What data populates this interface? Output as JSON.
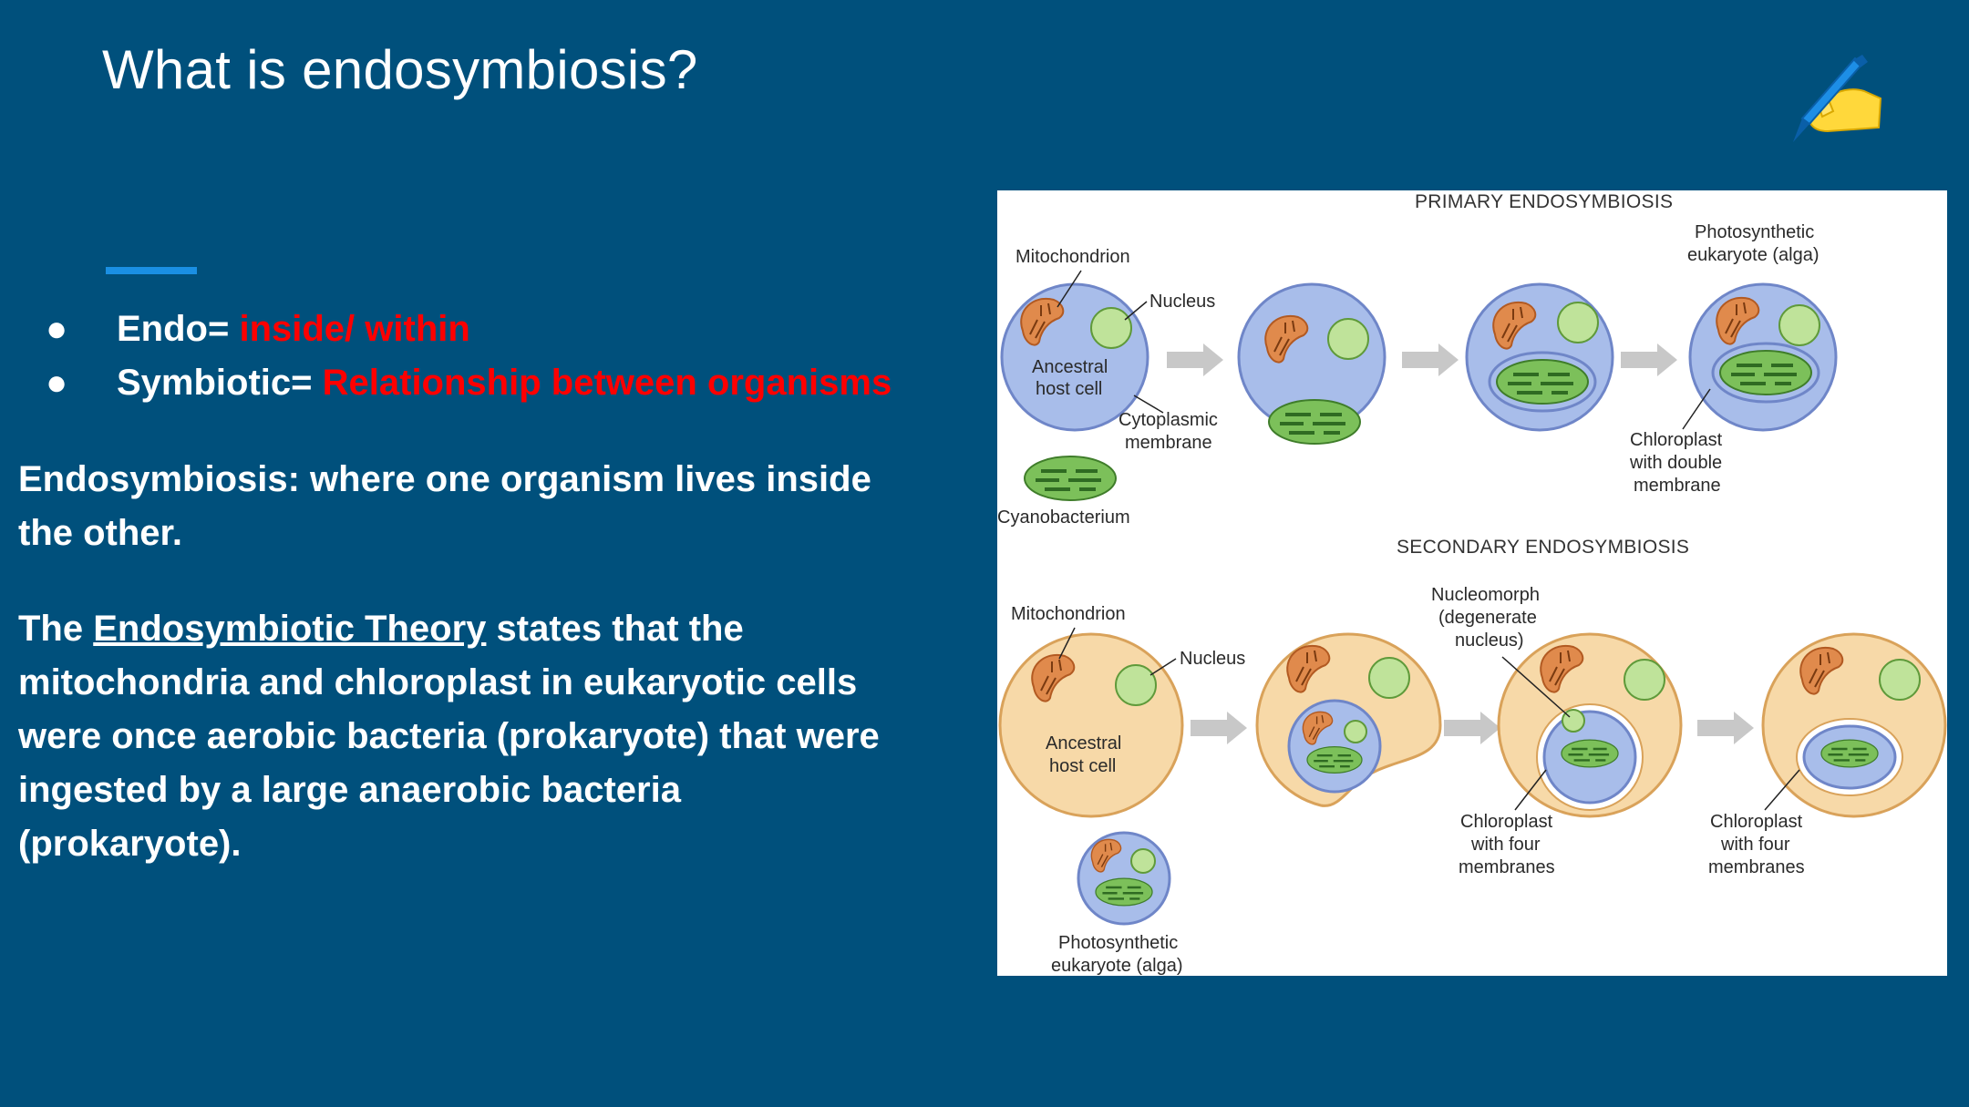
{
  "slide": {
    "title": "What is endosymbiosis?",
    "bullets": [
      {
        "marker": "●",
        "term": "Endo= ",
        "meaning": "inside/ within"
      },
      {
        "marker": "●",
        "term": "Symbiotic= ",
        "meaning": "Relationship between organisms"
      }
    ],
    "paragraph1": "Endosymbiosis: where one organism lives inside the other.",
    "paragraph2": {
      "prefix": "The ",
      "link": "Endosymbiotic Theory",
      "suffix": " states that the mitochondria and chloroplast in eukaryotic cells were once aerobic bacteria (prokaryote) that were ingested by a large anaerobic bacteria (prokaryote)."
    },
    "icon": "writing-hand-icon",
    "colors": {
      "background": "#00507c",
      "highlight": "#ff0000",
      "accent": "#1a8fe3"
    }
  },
  "diagram": {
    "primary": {
      "heading": "PRIMARY ENDOSYMBIOSIS",
      "labels": {
        "mitochondrion": "Mitochondrion",
        "nucleus": "Nucleus",
        "host_cell_1": "Ancestral",
        "host_cell_2": "host cell",
        "membrane_1": "Cytoplasmic",
        "membrane_2": "membrane",
        "cyanobacterium": "Cyanobacterium",
        "alga_1": "Photosynthetic",
        "alga_2": "eukaryote (alga)",
        "chloroplast_1": "Chloroplast",
        "chloroplast_2": "with double",
        "chloroplast_3": "membrane"
      }
    },
    "secondary": {
      "heading": "SECONDARY ENDOSYMBIOSIS",
      "labels": {
        "mitochondrion": "Mitochondrion",
        "nucleus": "Nucleus",
        "host_cell_1": "Ancestral",
        "host_cell_2": "host cell",
        "nucleomorph_1": "Nucleomorph",
        "nucleomorph_2": "(degenerate",
        "nucleomorph_3": "nucleus)",
        "alga_1": "Photosynthetic",
        "alga_2": "eukaryote (alga)",
        "chloroplast_a_1": "Chloroplast",
        "chloroplast_a_2": "with four",
        "chloroplast_a_3": "membranes",
        "chloroplast_b_1": "Chloroplast",
        "chloroplast_b_2": "with four",
        "chloroplast_b_3": "membranes"
      }
    }
  }
}
